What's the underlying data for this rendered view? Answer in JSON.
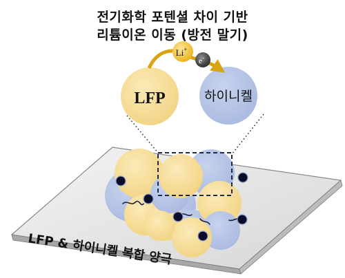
{
  "title": {
    "line1": "전기화학 포텐셜 차이 기반",
    "line2": "리튬이온 이동 (방전 말기)"
  },
  "particles": {
    "left_label": "LFP",
    "right_label": "하이니켈",
    "ion_label": "Li",
    "ion_charge": "+",
    "electron_label": "e",
    "electron_charge": "-"
  },
  "base_label": "LFP & 하이니켈 복합 양극",
  "colors": {
    "lfp": "#f7dc93",
    "high_nickel": "#b3c2e4",
    "ion": "#f3c52e",
    "electron": "#474747",
    "arrow": "#d8a413",
    "dot": "#0b0b2a",
    "frame": "#1e2a4a"
  }
}
